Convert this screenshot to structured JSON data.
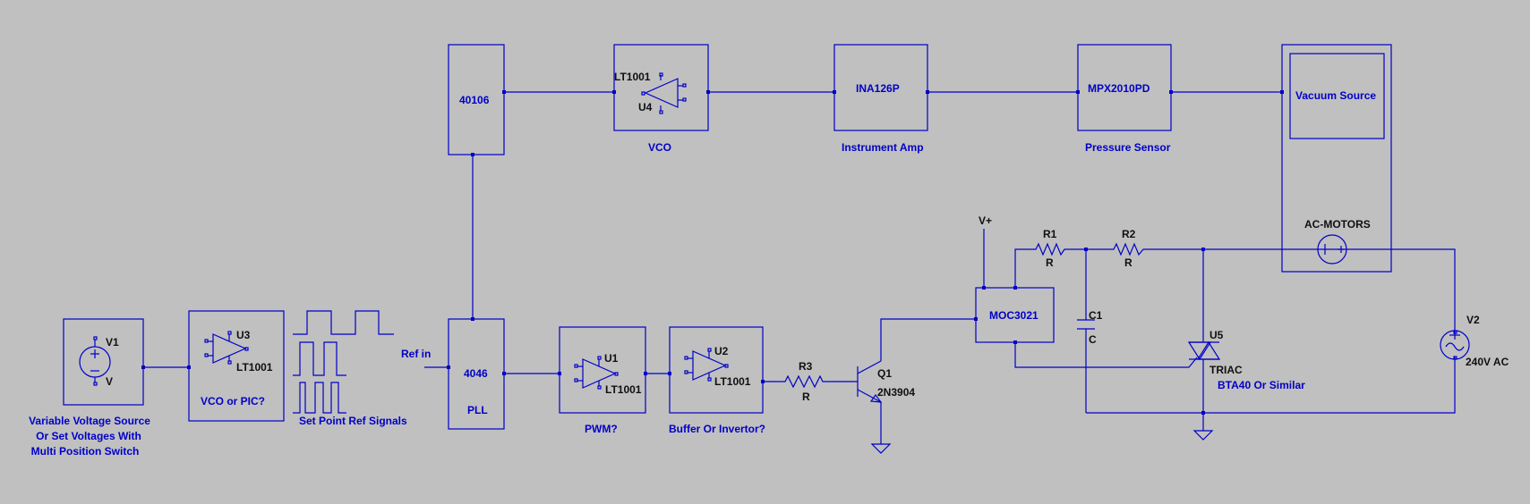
{
  "blocks": {
    "b40106": "40106",
    "b4046": "4046",
    "pll": "PLL",
    "ina": "INA126P",
    "mpx": "MPX2010PD",
    "moc": "MOC3021",
    "vacuum": "Vacuum Source"
  },
  "captions": {
    "vco": "VCO",
    "instrument_amp": "Instrument Amp",
    "pressure_sensor": "Pressure Sensor",
    "vco_or_pic": "VCO or PIC?",
    "set_point": "Set Point Ref Signals",
    "pwm": "PWM?",
    "buffer": "Buffer Or Invertor?",
    "bta40": "BTA40 Or Similar",
    "ref_in": "Ref in",
    "vsrc_line1": "Variable Voltage Source",
    "vsrc_line2": "Or Set Voltages With",
    "vsrc_line3": "Multi Position Switch"
  },
  "parts": {
    "v1": "V1",
    "v1_value": "V",
    "u3": "U3",
    "u3_model": "LT1001",
    "u4": "U4",
    "u4_model": "LT1001",
    "u1": "U1",
    "u1_model": "LT1001",
    "u2": "U2",
    "u2_model": "LT1001",
    "r3": "R3",
    "r3_value": "R",
    "q1": "Q1",
    "q1_model": "2N3904",
    "vplus": "V+",
    "r1": "R1",
    "r1_value": "R",
    "r2": "R2",
    "r2_value": "R",
    "c1": "C1",
    "c1_value": "C",
    "u5": "U5",
    "u5_model": "TRIAC",
    "ac_motors": "AC-MOTORS",
    "v2": "V2",
    "v2_value": "240V AC"
  },
  "colors": {
    "background": "#c0c0c0",
    "wire": "#0000c8",
    "label": "#101010"
  }
}
